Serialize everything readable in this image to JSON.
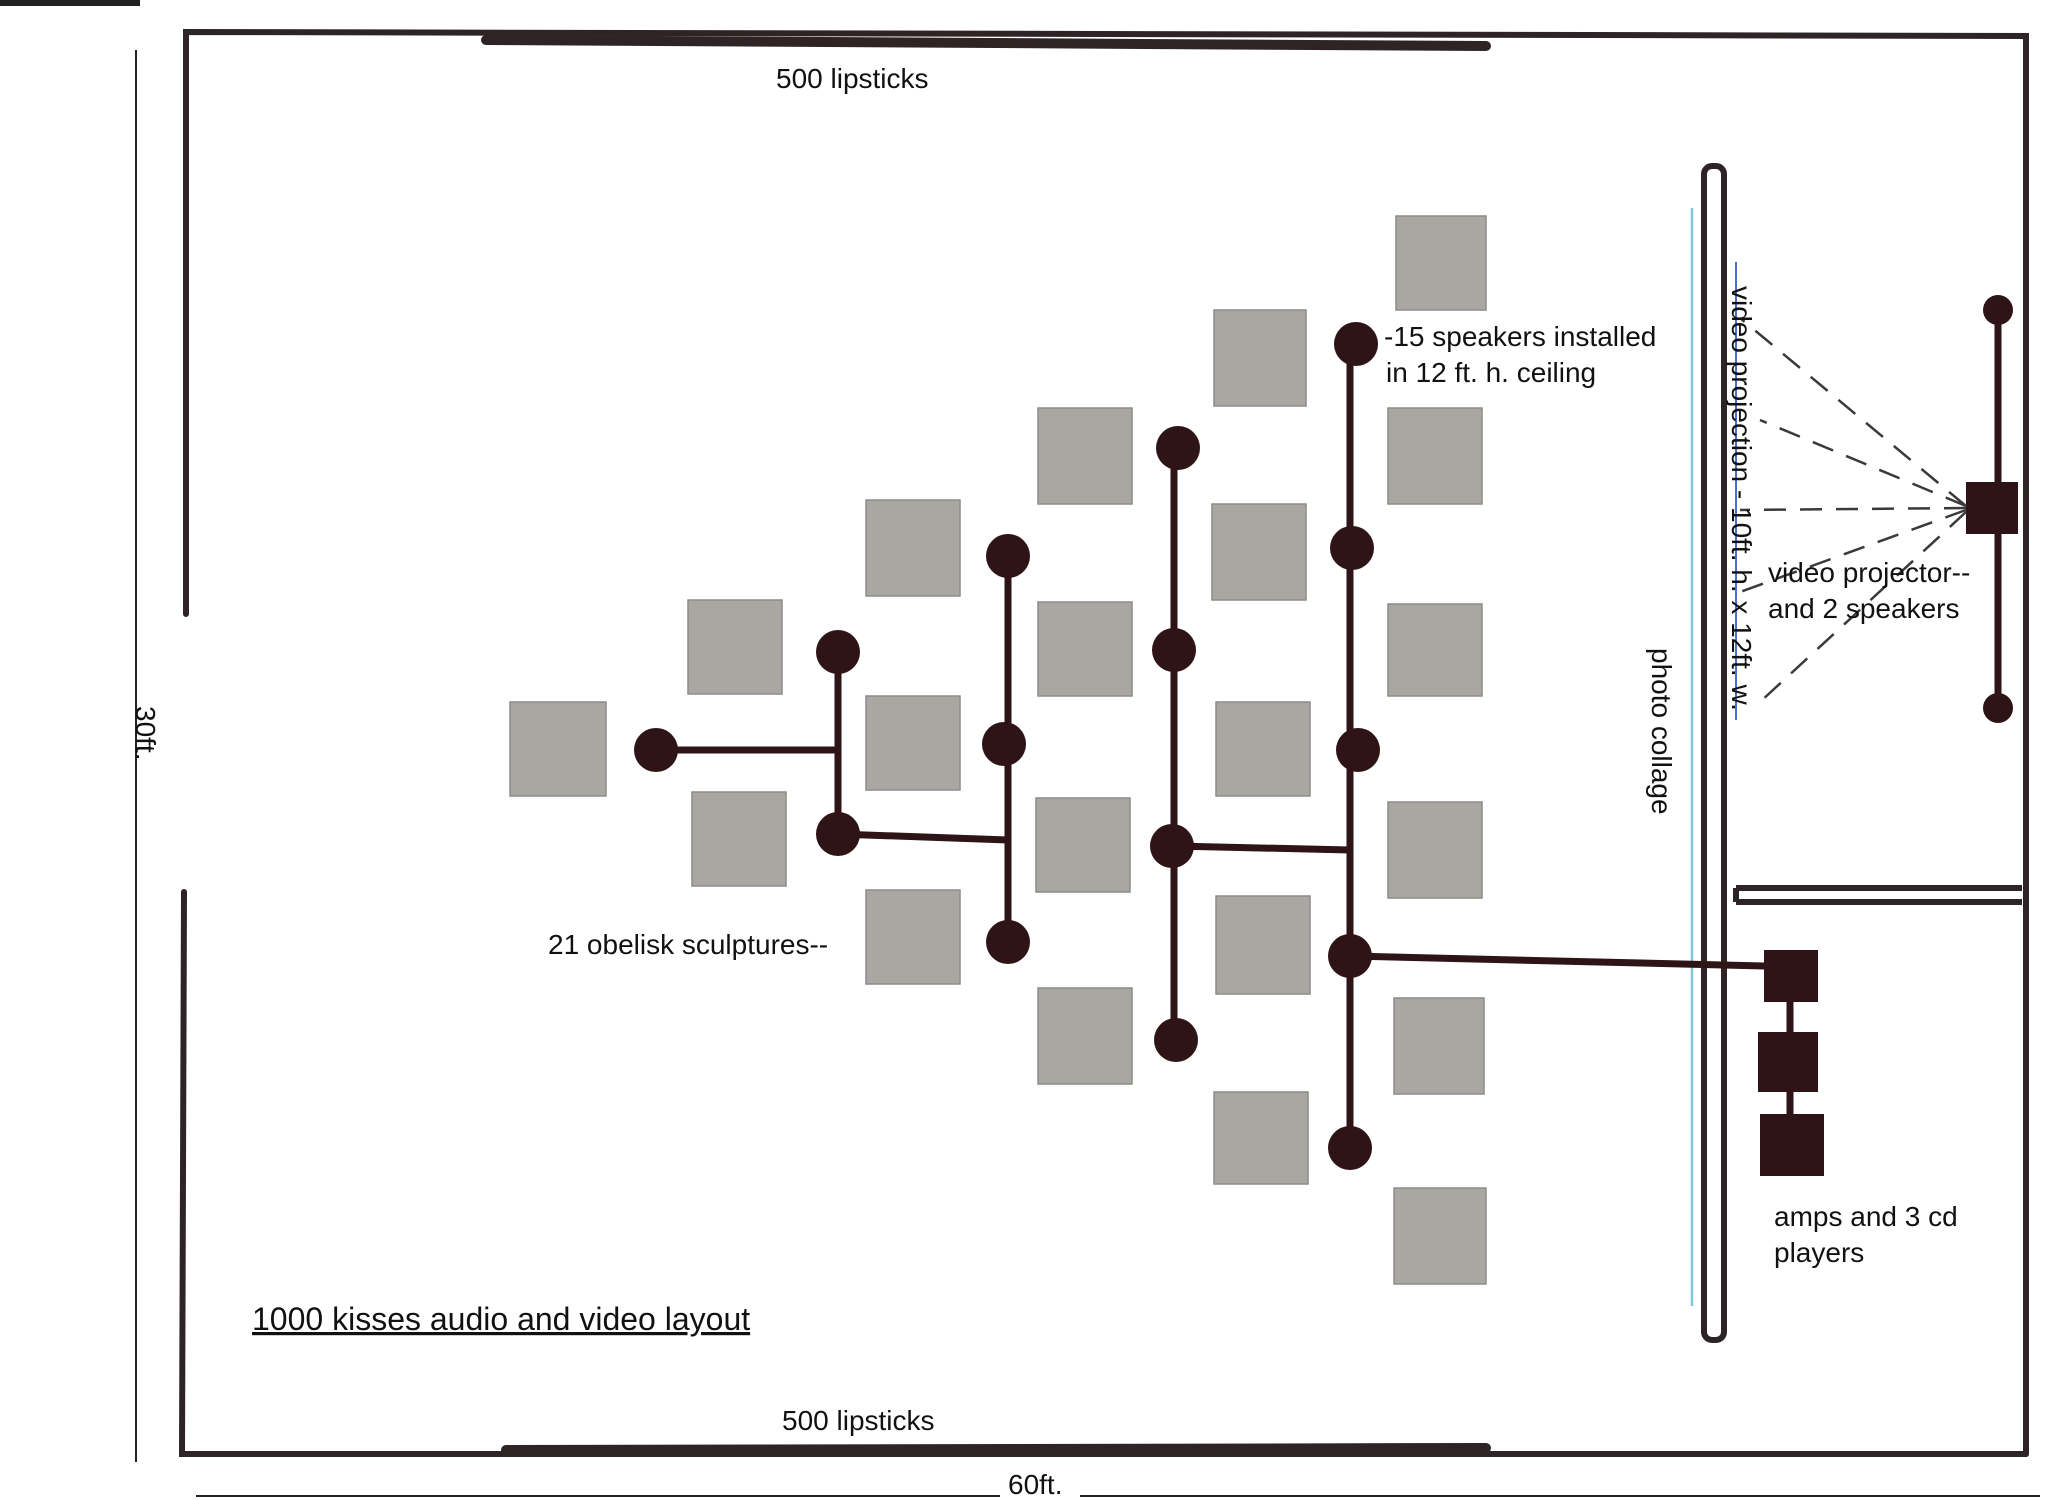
{
  "diagram": {
    "title": "1000 kisses audio and video layout",
    "lipsticks_top_label": "500 lipsticks",
    "lipsticks_bottom_label": "500 lipsticks",
    "width_dimension": "60ft.",
    "height_dimension": "30ft.",
    "ceiling_speakers_line1": "-15 speakers installed",
    "ceiling_speakers_line2": "in 12 ft. h. ceiling",
    "video_projection_label": "video projection - 10ft. h. x 12ft. w.",
    "photo_collage_label": "photo collage",
    "projector_line1": "video projector--",
    "projector_line2": "and 2 speakers",
    "obelisks_label": "21 obelisk sculptures--",
    "amps_line1": "amps and 3 cd",
    "amps_line2": "players"
  },
  "colors": {
    "speaker": "#2e1416",
    "obelisk": "#a9a7a2",
    "screen_line": "#7fc6d6",
    "wall": "#2e2426"
  }
}
